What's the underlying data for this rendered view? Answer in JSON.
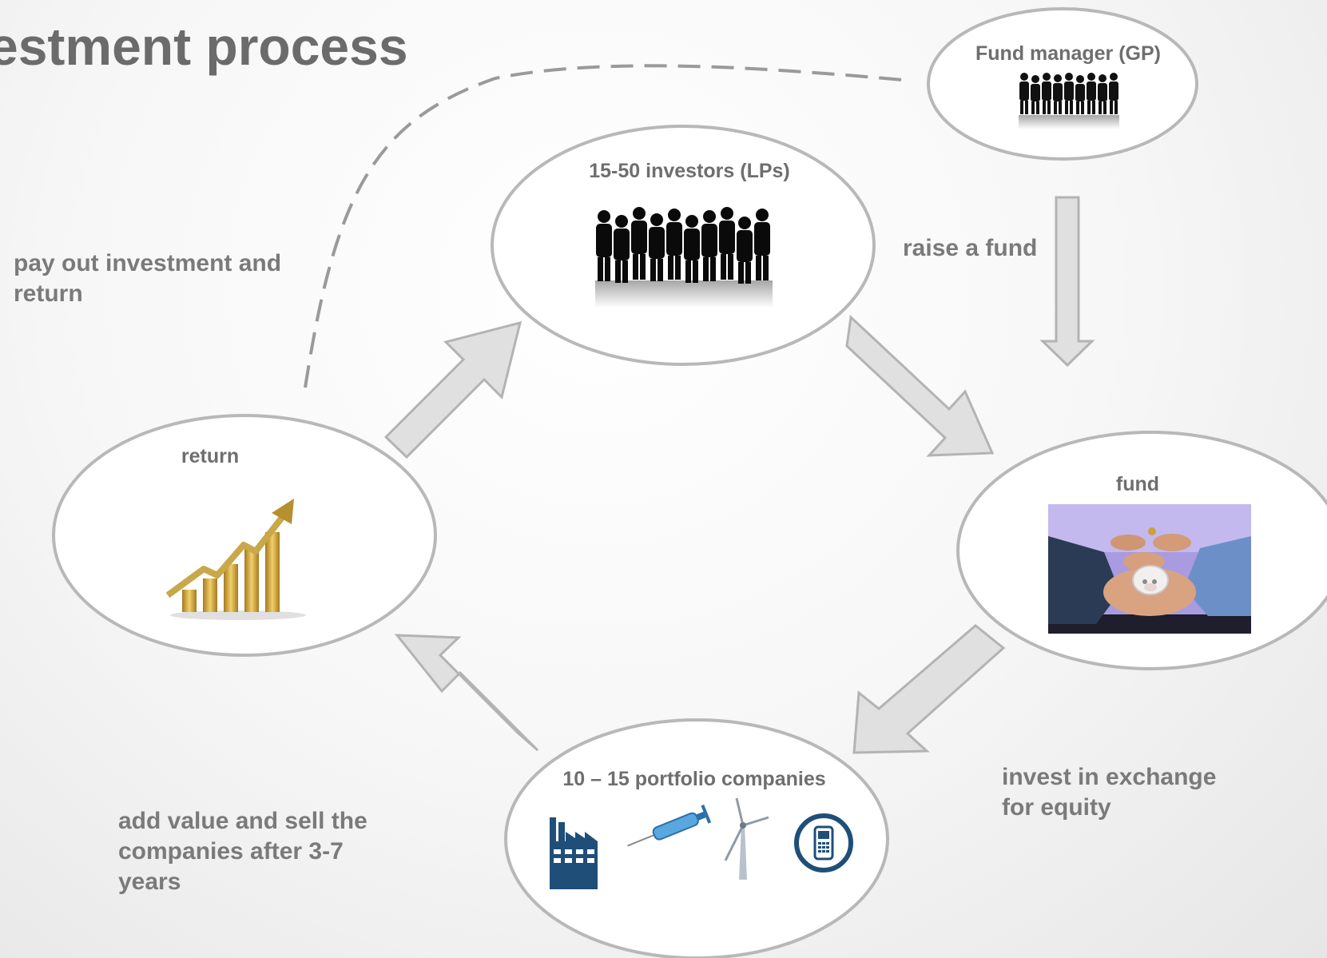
{
  "title": "estment process",
  "nodes": {
    "fund_manager": {
      "label": "Fund manager (GP)",
      "icon": "people-silhouette-icon"
    },
    "investors": {
      "label": "15-50 investors (LPs)",
      "icon": "people-silhouette-icon"
    },
    "fund": {
      "label": "fund",
      "icon": "piggy-bank-hands-icon"
    },
    "portfolio": {
      "label": "10 – 15 portfolio companies",
      "icons": [
        "factory-icon",
        "syringe-icon",
        "wind-turbine-icon",
        "mobile-phone-icon"
      ]
    },
    "return": {
      "label": "return",
      "icon": "coin-growth-chart-icon"
    }
  },
  "steps": {
    "raise": "raise a fund",
    "invest_line1": "invest in exchange",
    "invest_line2": "for equity",
    "add_value_line1": "add value and sell the",
    "add_value_line2": "companies after 3-7",
    "add_value_line3": "years",
    "payout_line1": "pay out investment and",
    "payout_line2": "return"
  },
  "colors": {
    "ellipse_stroke": "#b8b8b8",
    "arrow_fill": "#e0e0e0",
    "arrow_stroke": "#b3b3b3",
    "text": "#6e6e6e",
    "icon_blue": "#1f4e79"
  }
}
